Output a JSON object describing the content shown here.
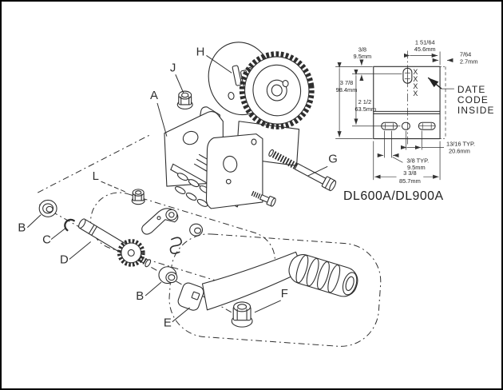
{
  "figure": {
    "model": "DL600A/DL900A",
    "callouts": {
      "a": "A",
      "b1": "B",
      "b2": "B",
      "c": "C",
      "d": "D",
      "e": "E",
      "f": "F",
      "g": "G",
      "h": "H",
      "j": "J",
      "l": "L"
    },
    "note": [
      "DATE",
      "CODE",
      "INSIDE"
    ],
    "marks": [
      "X",
      "X",
      "X",
      "X"
    ],
    "dims": {
      "top_offset_in": "3/8",
      "top_offset_mm": "9.5mm",
      "slot_edge_in": "1 51/64",
      "slot_edge_mm": "45.6mm",
      "thickness_in": "7/64",
      "thickness_mm": "2.7mm",
      "height_in": "3 7/8",
      "height_mm": "98.4mm",
      "mid_in": "2 1/2",
      "mid_mm": "63.5mm",
      "pitch_in": "13/16 TYP.",
      "pitch_mm": "20.6mm",
      "slot_in": "3/8 TYP.",
      "slot_mm": "9.5mm",
      "width_in": "3 3/8",
      "width_mm": "85.7mm"
    },
    "line_color": "#2e2e2e"
  }
}
